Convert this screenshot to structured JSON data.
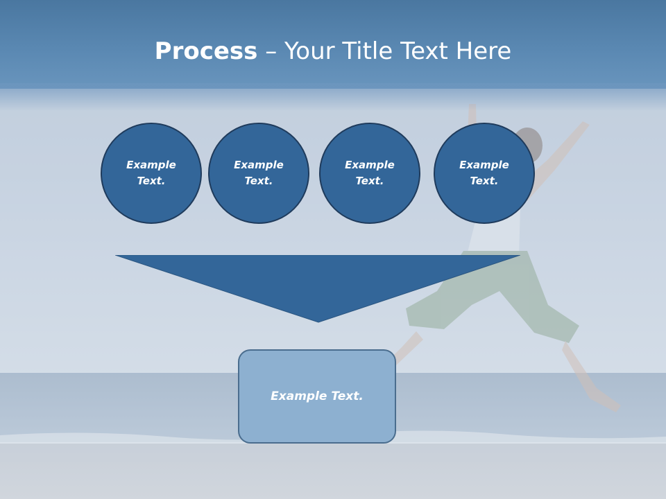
{
  "title": {
    "bold": "Process",
    "separator": " – ",
    "rest": "Your Title Text Here"
  },
  "steps": [
    {
      "line1": "Example",
      "line2": "Text."
    },
    {
      "line1": "Example",
      "line2": "Text."
    },
    {
      "line1": "Example",
      "line2": "Text."
    },
    {
      "line1": "Example",
      "line2": "Text."
    }
  ],
  "result": {
    "label": "Example Text."
  },
  "colors": {
    "circle_fill": "#336699",
    "circle_border": "#1f3b5c",
    "funnel_fill": "#336699",
    "result_fill": "#8db0d0",
    "result_border": "#4a6d8e",
    "text": "#ffffff"
  },
  "background": {
    "image": "beach-jumping-person-photo"
  }
}
